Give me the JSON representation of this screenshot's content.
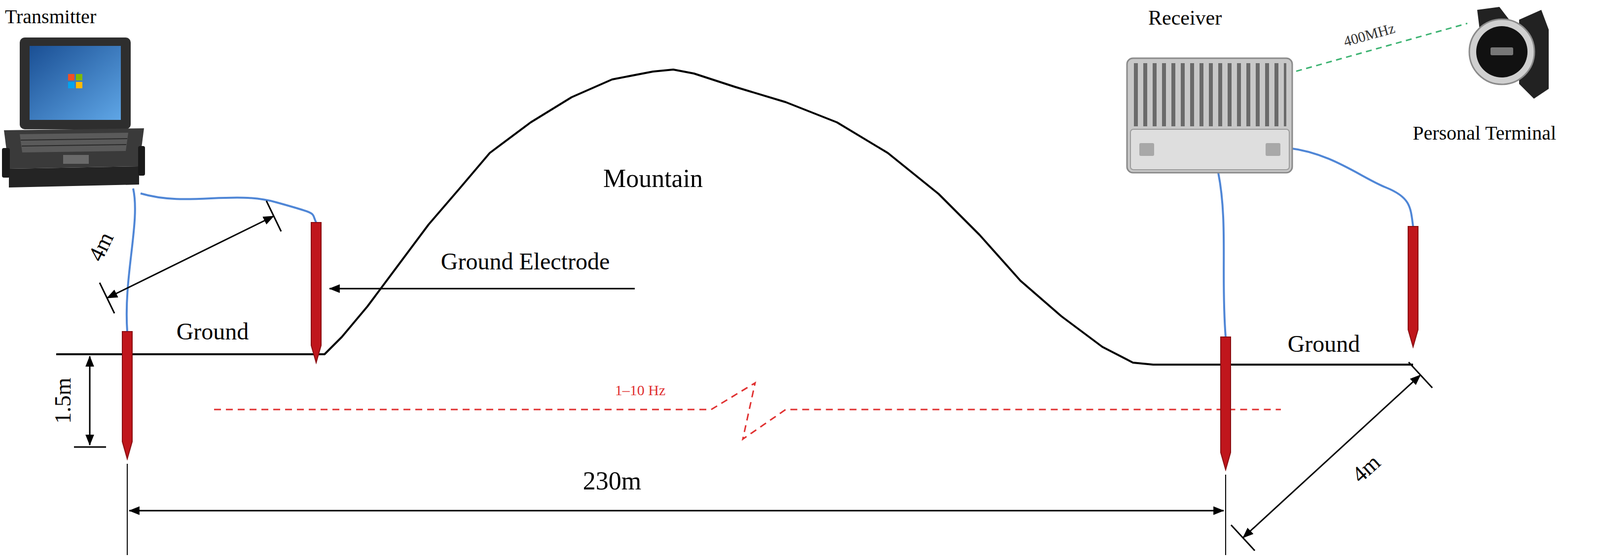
{
  "diagram": {
    "nodes": [
      {
        "text": [
          "Transmitter"
        ]
      },
      {
        "text": [
          "Receiver"
        ]
      },
      {
        "text": [
          "Personal Terminal"
        ]
      }
    ],
    "edges": [
      {
        "from": 1,
        "to": 2,
        "label": "400MHz",
        "arrow": "none"
      }
    ],
    "labels": [
      "4m",
      "Ground Electrode",
      "Ground",
      "1.5m",
      "Mountain",
      "1–10 Hz",
      "230m",
      "Ground",
      "4m"
    ]
  }
}
